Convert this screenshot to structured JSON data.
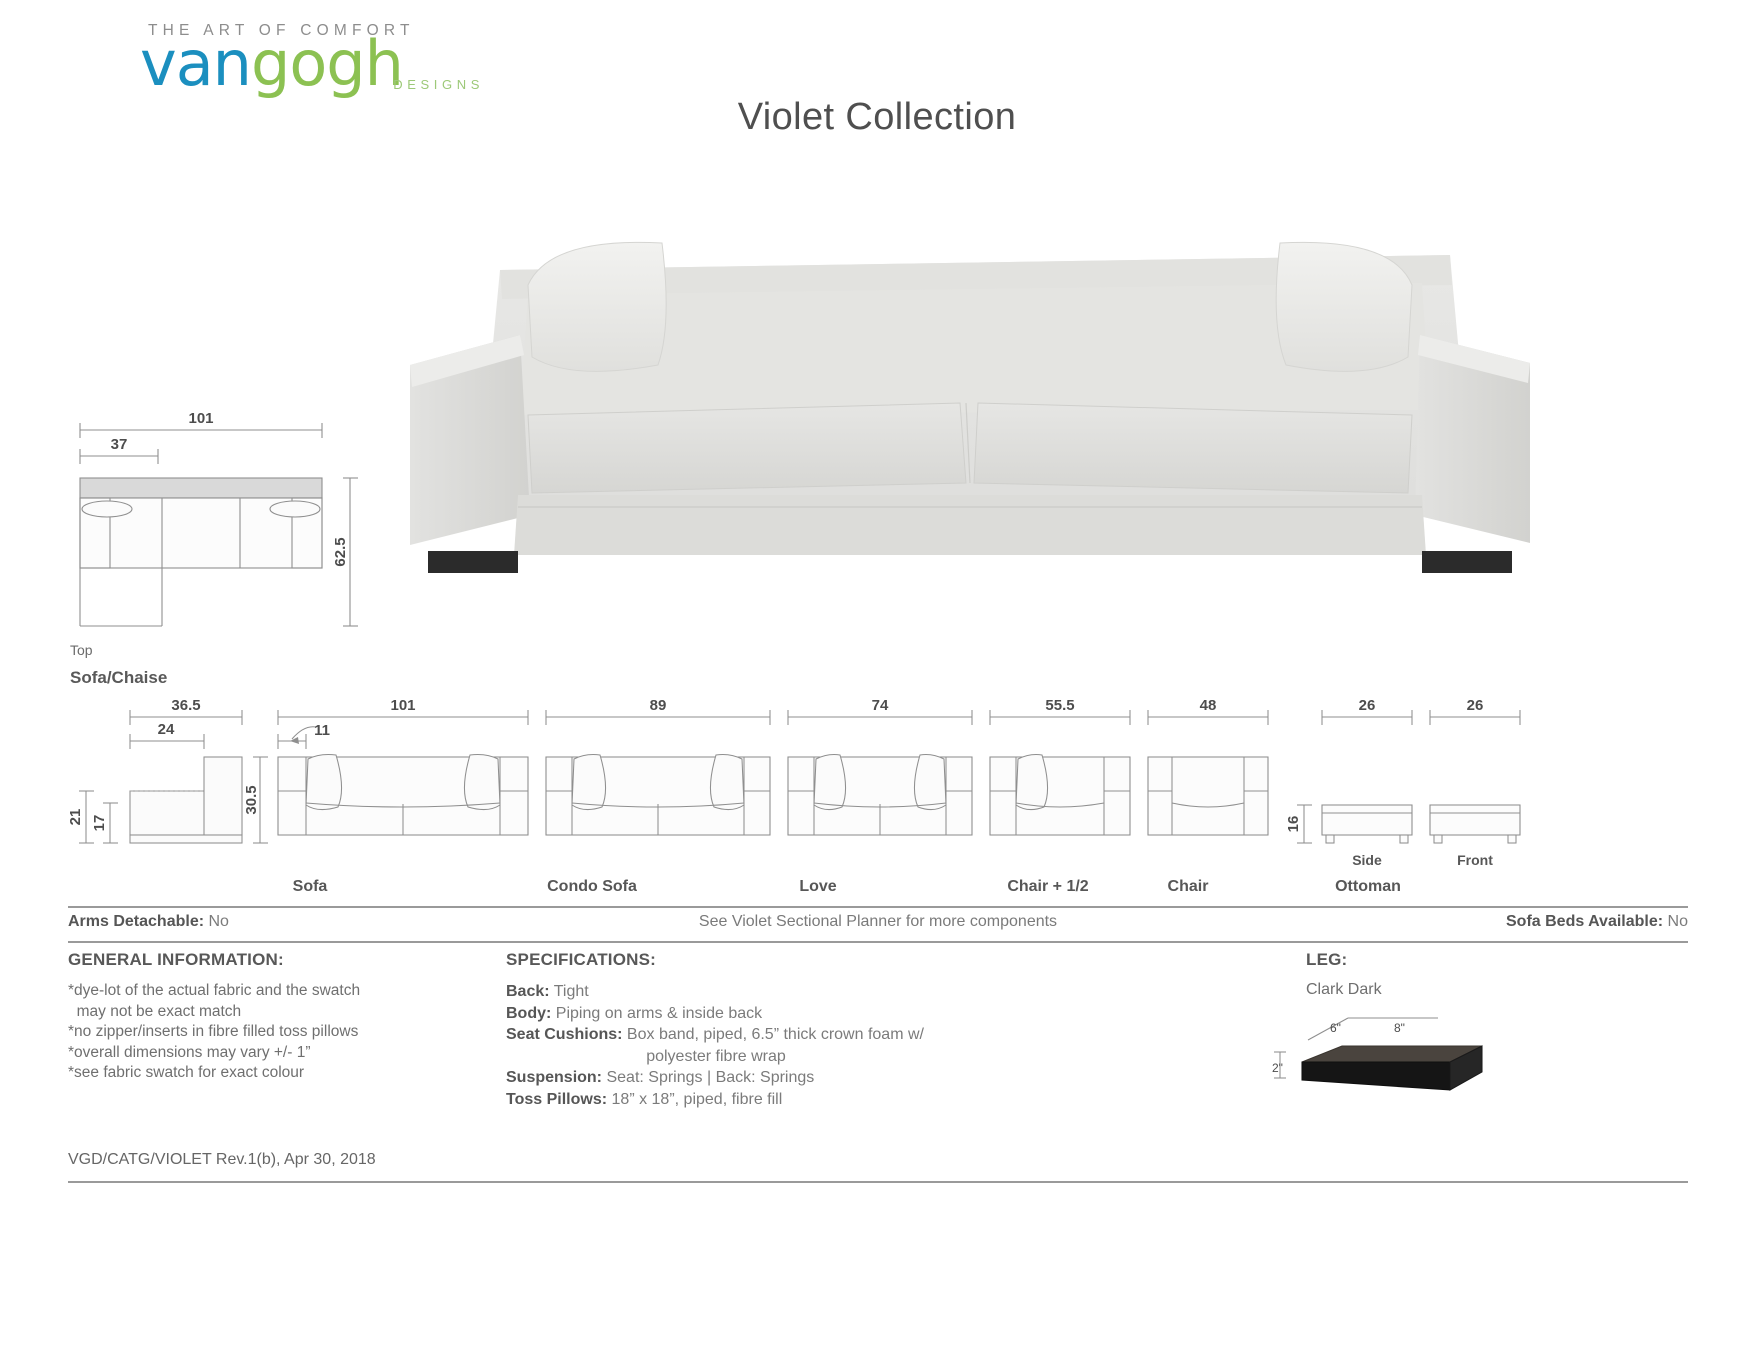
{
  "logo": {
    "tagline": "THE ART OF COMFORT",
    "word_blue": "van",
    "word_green": "gogh",
    "subtext": "DESIGNS",
    "color_blue": "#1b8fbf",
    "color_green": "#8cc152",
    "color_tagline": "#8d8d8d"
  },
  "title": "Violet Collection",
  "top_view": {
    "label": "Top",
    "group_label": "Sofa/Chaise",
    "dim_width": "101",
    "dim_arm": "37",
    "dim_depth": "62.5"
  },
  "side_profile": {
    "dim_depth": "36.5",
    "dim_seat_depth": "24",
    "dim_arm_height": "21",
    "dim_seat_height": "17",
    "dim_back_height": "30.5"
  },
  "elevations": [
    {
      "name": "Sofa",
      "width": "101",
      "arm_note": "11"
    },
    {
      "name": "Condo Sofa",
      "width": "89"
    },
    {
      "name": "Love",
      "width": "74"
    },
    {
      "name": "Chair + 1/2",
      "width": "55.5"
    },
    {
      "name": "Chair",
      "width": "48"
    },
    {
      "name": "Ottoman",
      "width_side": "26",
      "width_front": "26",
      "height": "16",
      "sub_side": "Side",
      "sub_front": "Front"
    }
  ],
  "arms_row": {
    "arms_label": "Arms Detachable:",
    "arms_value": "No",
    "center_note": "See Violet Sectional Planner for more components",
    "beds_label": "Sofa Beds Available:",
    "beds_value": "No"
  },
  "general_information": {
    "heading": "GENERAL INFORMATION:",
    "lines": [
      "*dye-lot of the actual fabric and the swatch",
      "  may not be exact match",
      "*no zipper/inserts in fibre filled toss pillows",
      "*overall dimensions may vary +/- 1”",
      "*see fabric swatch for exact colour"
    ]
  },
  "specifications": {
    "heading": "SPECIFICATIONS:",
    "rows": [
      {
        "label": "Back:",
        "value": "Tight"
      },
      {
        "label": "Body:",
        "value": "Piping on arms & inside back"
      },
      {
        "label": "Seat Cushions:",
        "value": "Box band, piped, 6.5” thick crown foam w/"
      },
      {
        "label": "",
        "value": "polyester fibre wrap",
        "indent": true
      },
      {
        "label": "Suspension:",
        "value": "Seat: Springs  |  Back: Springs"
      },
      {
        "label": "Toss Pillows:",
        "value": "18” x 18”, piped, fibre fill"
      }
    ]
  },
  "leg": {
    "heading": "LEG:",
    "value": "Clark Dark",
    "dim_depth": "6\"",
    "dim_width": "8\"",
    "dim_height": "2\""
  },
  "footer": {
    "code": "VGD/CATG/VIOLET Rev.1(b), Apr 30, 2018"
  }
}
